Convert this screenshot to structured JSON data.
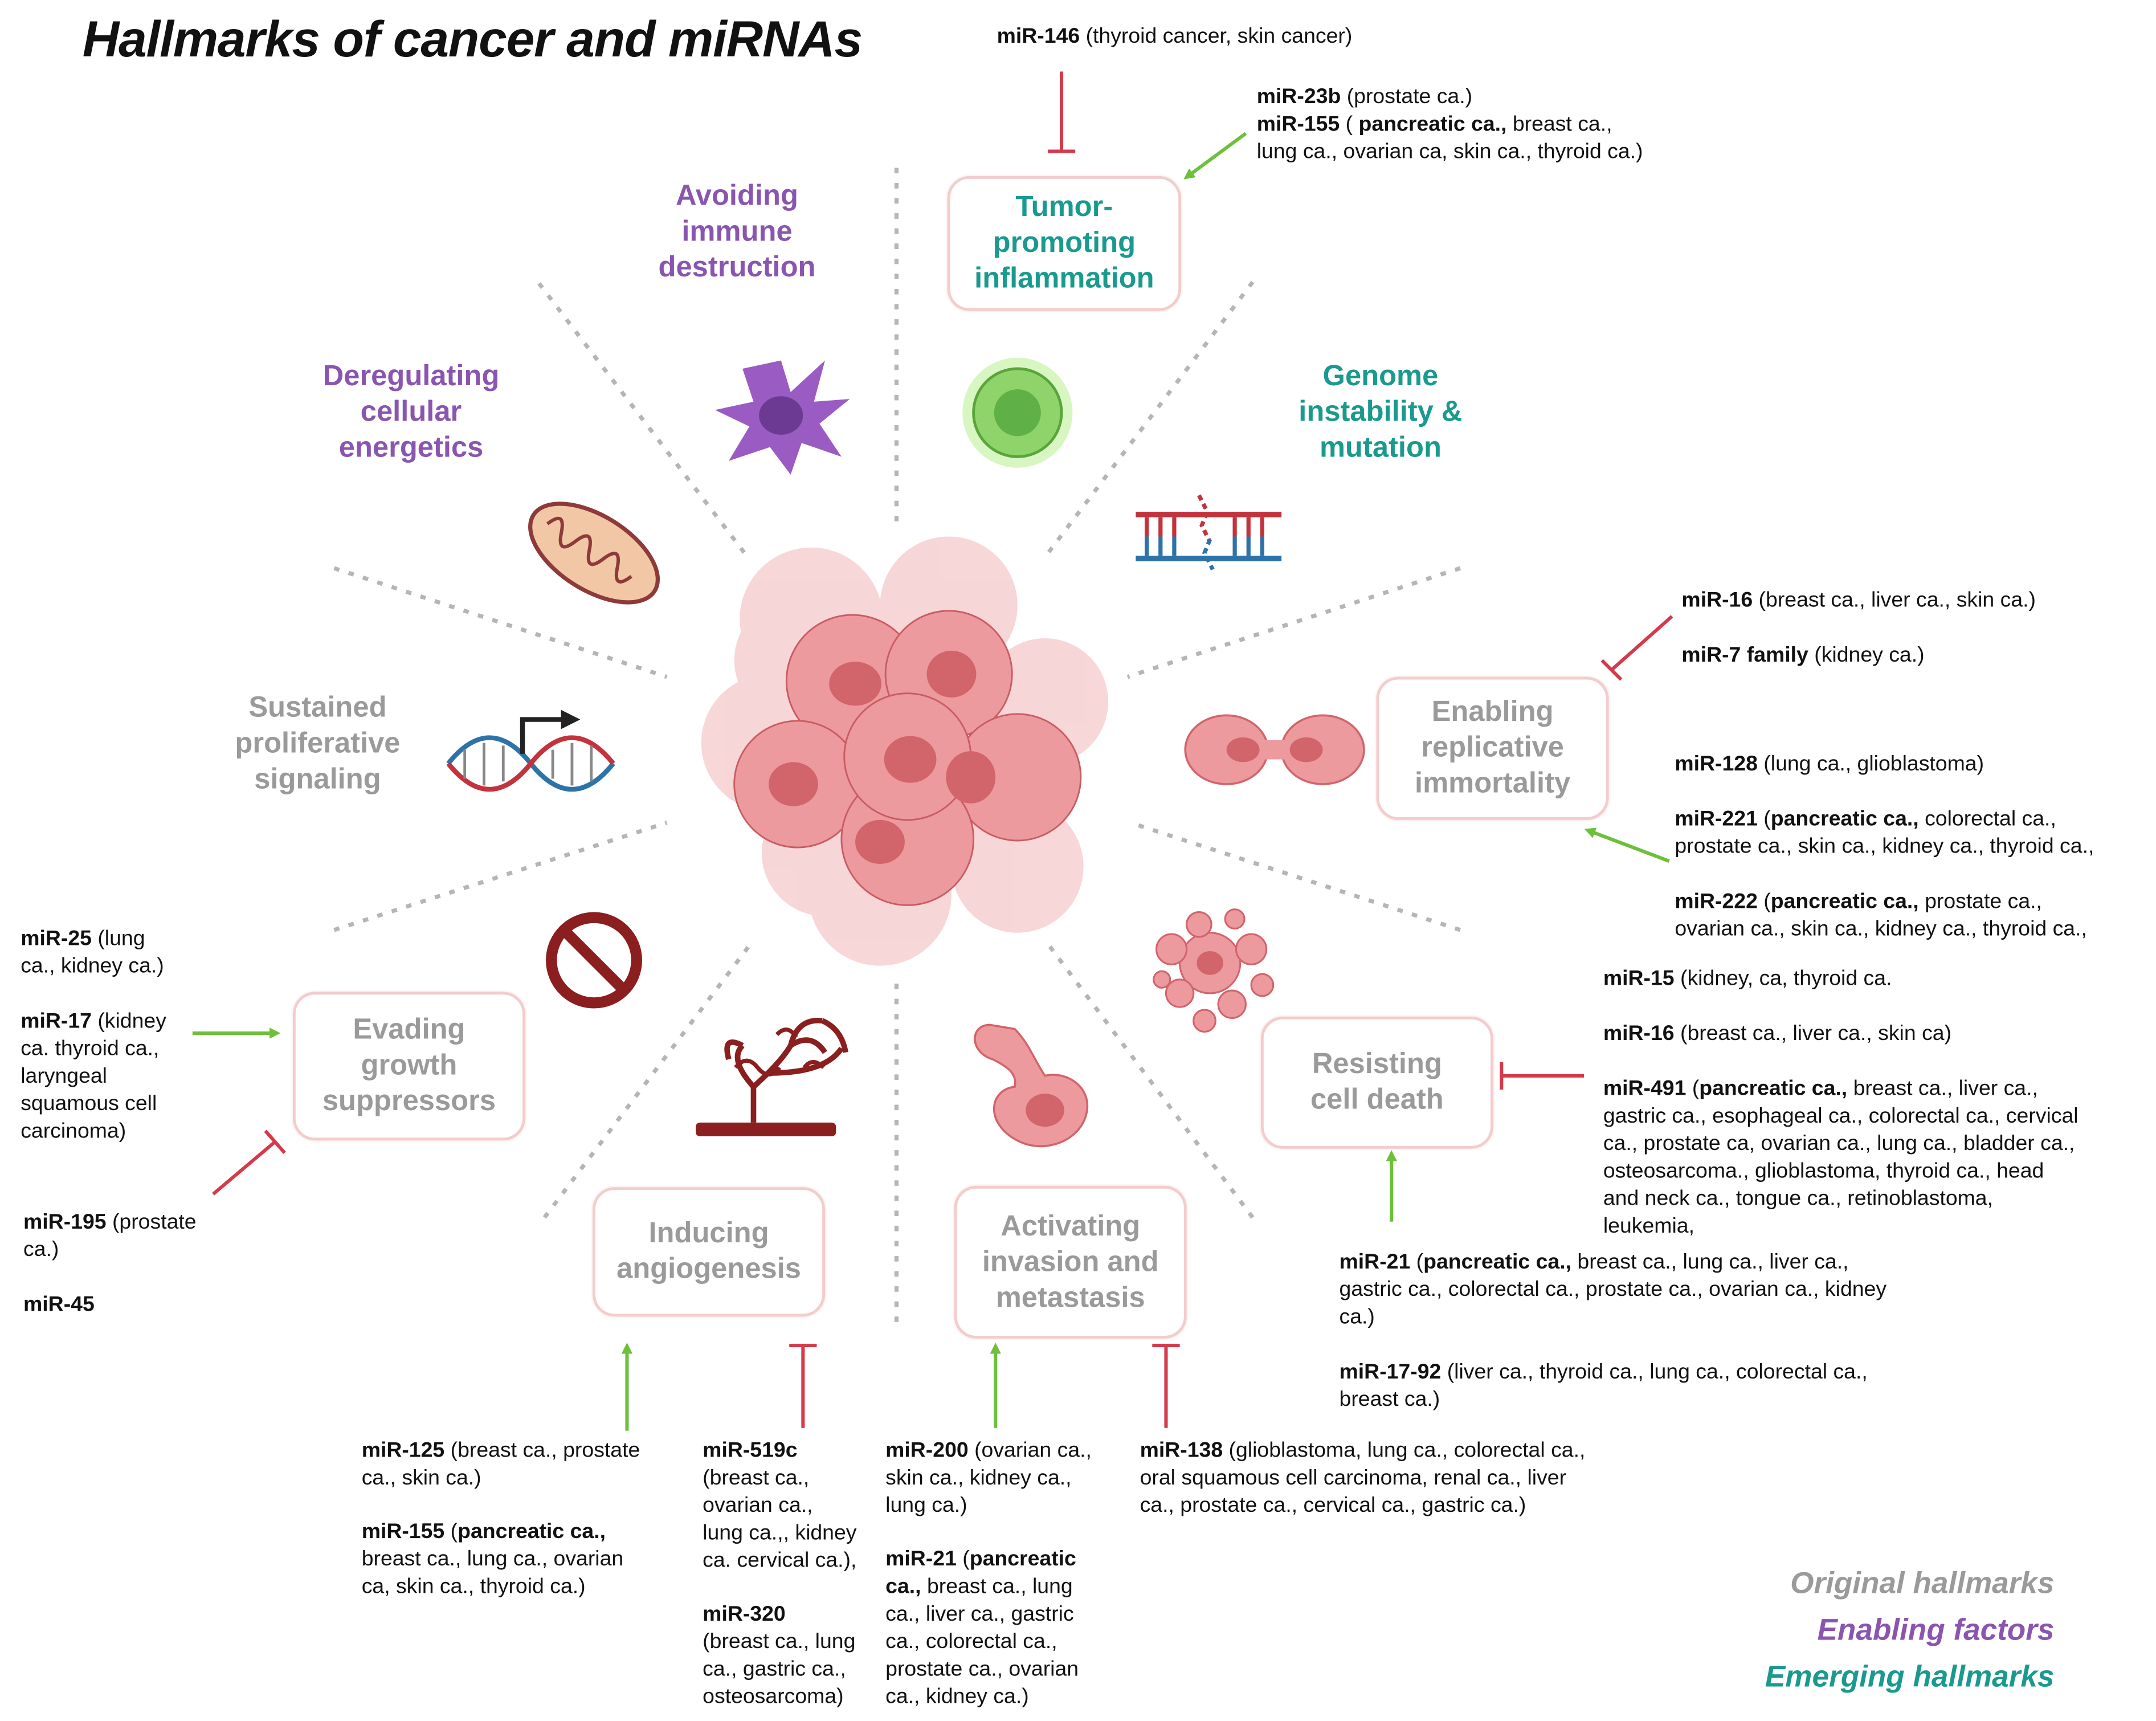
{
  "title": "Hallmarks of cancer and miRNAs",
  "colors": {
    "original": "#9a9a9a",
    "enabling": "#8a55b0",
    "emerging": "#1a9a8e",
    "promote_arrow": "#6cc03a",
    "inhibit_bar": "#d43a4a",
    "cell": "#e57f84"
  },
  "hallmarks": {
    "inflammation": [
      "Tumor-",
      "promoting",
      "inflammation"
    ],
    "immune": [
      "Avoiding",
      "immune",
      "destruction"
    ],
    "energetics": [
      "Deregulating",
      "cellular",
      "energetics"
    ],
    "genome": [
      "Genome",
      "instability &",
      "mutation"
    ],
    "proliferative": [
      "Sustained",
      "proliferative",
      "signaling"
    ],
    "replicative": [
      "Enabling",
      "replicative",
      "immortality"
    ],
    "suppressors": [
      "Evading",
      "growth",
      "suppressors"
    ],
    "angiogenesis": [
      "Inducing",
      "angiogenesis"
    ],
    "invasion": [
      "Activating",
      "invasion and",
      "metastasis"
    ],
    "celldeath": [
      "Resisting",
      "cell death"
    ]
  },
  "notes": {
    "top_mir146": {
      "name": "miR-146",
      "text": " (thyroid cancer, skin cancer)"
    },
    "top_mir23b": {
      "name": "miR-23b",
      "text": " (prostate ca.)"
    },
    "top_mir155": {
      "name": "miR-155",
      "text1": " ( ",
      "bold": "pancreatic ca.,",
      "text2": " breast ca.,",
      "line2": "lung ca., ovarian ca, skin ca., thyroid ca.)"
    },
    "rep_mir16": {
      "name": "miR-16",
      "text": " (breast ca., liver ca., skin ca.)"
    },
    "rep_mir7": {
      "name": "miR-7 family",
      "text": " (kidney ca.)"
    },
    "rep_mir128": {
      "name": "miR-128",
      "text": " (lung ca., glioblastoma)"
    },
    "rep_mir221": {
      "name": "miR-221",
      "text1": " (",
      "bold": "pancreatic ca.,",
      "text2": " colorectal ca.,",
      "line2": "prostate ca., skin ca., kidney ca., thyroid ca.,"
    },
    "rep_mir222": {
      "name": "miR-222",
      "text1": " (",
      "bold": "pancreatic ca.,",
      "text2": " prostate ca.,",
      "line2": "ovarian ca., skin ca., kidney ca., thyroid ca.,"
    },
    "cd_mir15": {
      "name": "miR-15",
      "text": " (kidney, ca, thyroid ca."
    },
    "cd_mir16": {
      "name": "miR-16",
      "text": " (breast ca., liver ca., skin ca)"
    },
    "cd_mir491": {
      "name": "miR-491",
      "text1": " (",
      "bold": "pancreatic ca.,",
      "text2": " breast ca., liver ca.,",
      "lines": [
        "gastric ca., esophageal ca., colorectal ca., cervical",
        "ca., prostate ca, ovarian ca., lung ca., bladder ca.,",
        "osteosarcoma., glioblastoma, thyroid ca., head",
        "and neck ca., tongue ca., retinoblastoma,",
        "leukemia,"
      ]
    },
    "cd_mir21": {
      "name": "miR-21",
      "text1": " (",
      "bold": "pancreatic ca.,",
      "text2": " breast ca., lung ca., liver ca.,",
      "lines": [
        "gastric ca., colorectal ca., prostate ca., ovarian ca., kidney",
        "ca.)"
      ]
    },
    "cd_mir1792": {
      "name": "miR-17-92",
      "text": " (liver ca., thyroid ca., lung ca., colorectal ca.,",
      "line2": "breast ca.)"
    },
    "gs_mir25": {
      "name": "miR-25",
      "text": " (lung",
      "line2": "ca., kidney ca.)"
    },
    "gs_mir17": {
      "name": "miR-17",
      "text": " (kidney",
      "lines": [
        "ca. thyroid ca.,",
        "laryngeal",
        "squamous cell",
        "carcinoma)"
      ]
    },
    "gs_mir195": {
      "name": "miR-195",
      "text": " (prostate",
      "line2": "ca.)"
    },
    "gs_mir45": {
      "name": "miR-45"
    },
    "ang_mir125": {
      "name": "miR-125",
      "text": " (breast ca., prostate",
      "line2": "ca., skin ca.)"
    },
    "ang_mir155": {
      "name": "miR-155",
      "text1": " (",
      "bold": "pancreatic ca.,",
      "lines": [
        "breast ca., lung ca., ovarian",
        "ca, skin ca., thyroid ca.)"
      ]
    },
    "ang_mir519c": {
      "name": "miR-519c",
      "lines": [
        "(breast ca.,",
        "ovarian ca.,",
        "lung ca.,, kidney",
        "ca. cervical ca.),"
      ]
    },
    "ang_mir320": {
      "name": "miR-320",
      "lines": [
        "(breast ca., lung",
        "ca., gastric ca.,",
        "osteosarcoma)"
      ]
    },
    "inv_mir200": {
      "name": "miR-200",
      "text": " (ovarian ca.,",
      "lines": [
        "skin ca., kidney ca.,",
        "lung ca.)"
      ]
    },
    "inv_mir21": {
      "name": "miR-21",
      "text1": " (",
      "bold": "pancreatic",
      "bold2": "ca.,",
      "text2": " breast ca., lung",
      "lines": [
        "ca., liver ca., gastric",
        "ca., colorectal ca.,",
        "prostate ca., ovarian",
        "ca., kidney ca.)"
      ]
    },
    "inv_mir138": {
      "name": "miR-138",
      "text": " (glioblastoma, lung ca., colorectal ca.,",
      "lines": [
        "oral squamous cell carcinoma, renal ca., liver",
        "ca.,  prostate ca., cervical ca., gastric ca.)"
      ]
    }
  },
  "legend": {
    "original": "Original hallmarks",
    "enabling": "Enabling factors",
    "emerging": "Emerging hallmarks"
  }
}
